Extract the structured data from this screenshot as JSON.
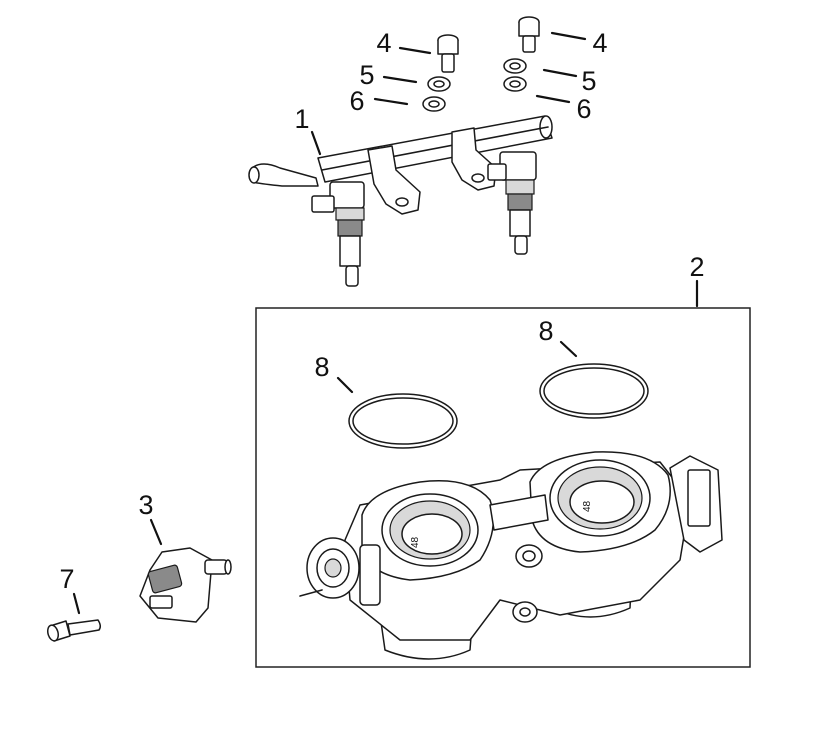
{
  "callouts": {
    "fuel_rail": "1",
    "throttle_body": "2",
    "sensor": "3",
    "bolt_left": "4",
    "bolt_right": "4",
    "washer5_left": "5",
    "washer5_right": "5",
    "washer6_left": "6",
    "washer6_right": "6",
    "screw": "7",
    "oring_left": "8",
    "oring_right": "8"
  },
  "bore_marking": "48"
}
